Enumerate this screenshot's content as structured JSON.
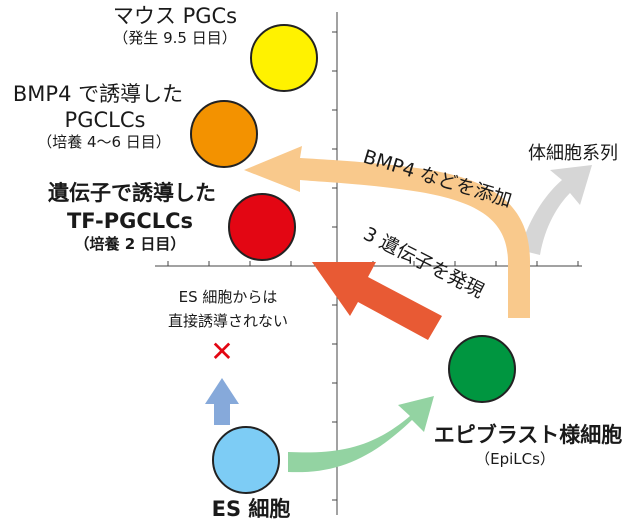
{
  "nodes": {
    "mouse_pgcs": {
      "title": "マウス PGCs",
      "sub": "（発生 9.5 日目）",
      "color": "#FFF200"
    },
    "bmp4_pgclcs": {
      "title1": "BMP4 で誘導した",
      "title2": "PGCLCs",
      "sub": "（培養 4〜6 日目）",
      "color": "#F39200"
    },
    "tf_pgclcs": {
      "title1": "遺伝子で誘導した",
      "title2": "TF-PGCLCs",
      "sub": "（培養 2 日目）",
      "color": "#E30613"
    },
    "epilcs": {
      "title": "エピブラスト様細胞",
      "sub": "（EpiLCs）",
      "color": "#009640"
    },
    "es": {
      "title": "ES 細胞",
      "color": "#7DCCF5"
    }
  },
  "arrows": {
    "bmp4": {
      "label": "BMP4 などを添加",
      "color": "#F9C98C"
    },
    "three_genes": {
      "label": "3 遺伝子を発現",
      "color": "#E85A34"
    },
    "somatic": {
      "label": "体細胞系列",
      "color": "#D6D6D6"
    },
    "es_to_epi": {
      "color": "#93D3A2"
    },
    "es_up": {
      "color": "#86A9DA"
    }
  },
  "es_note": {
    "line1": "ES 細胞からは",
    "line2": "直接誘導されない",
    "mark": "✕",
    "mark_color": "#E30613"
  }
}
